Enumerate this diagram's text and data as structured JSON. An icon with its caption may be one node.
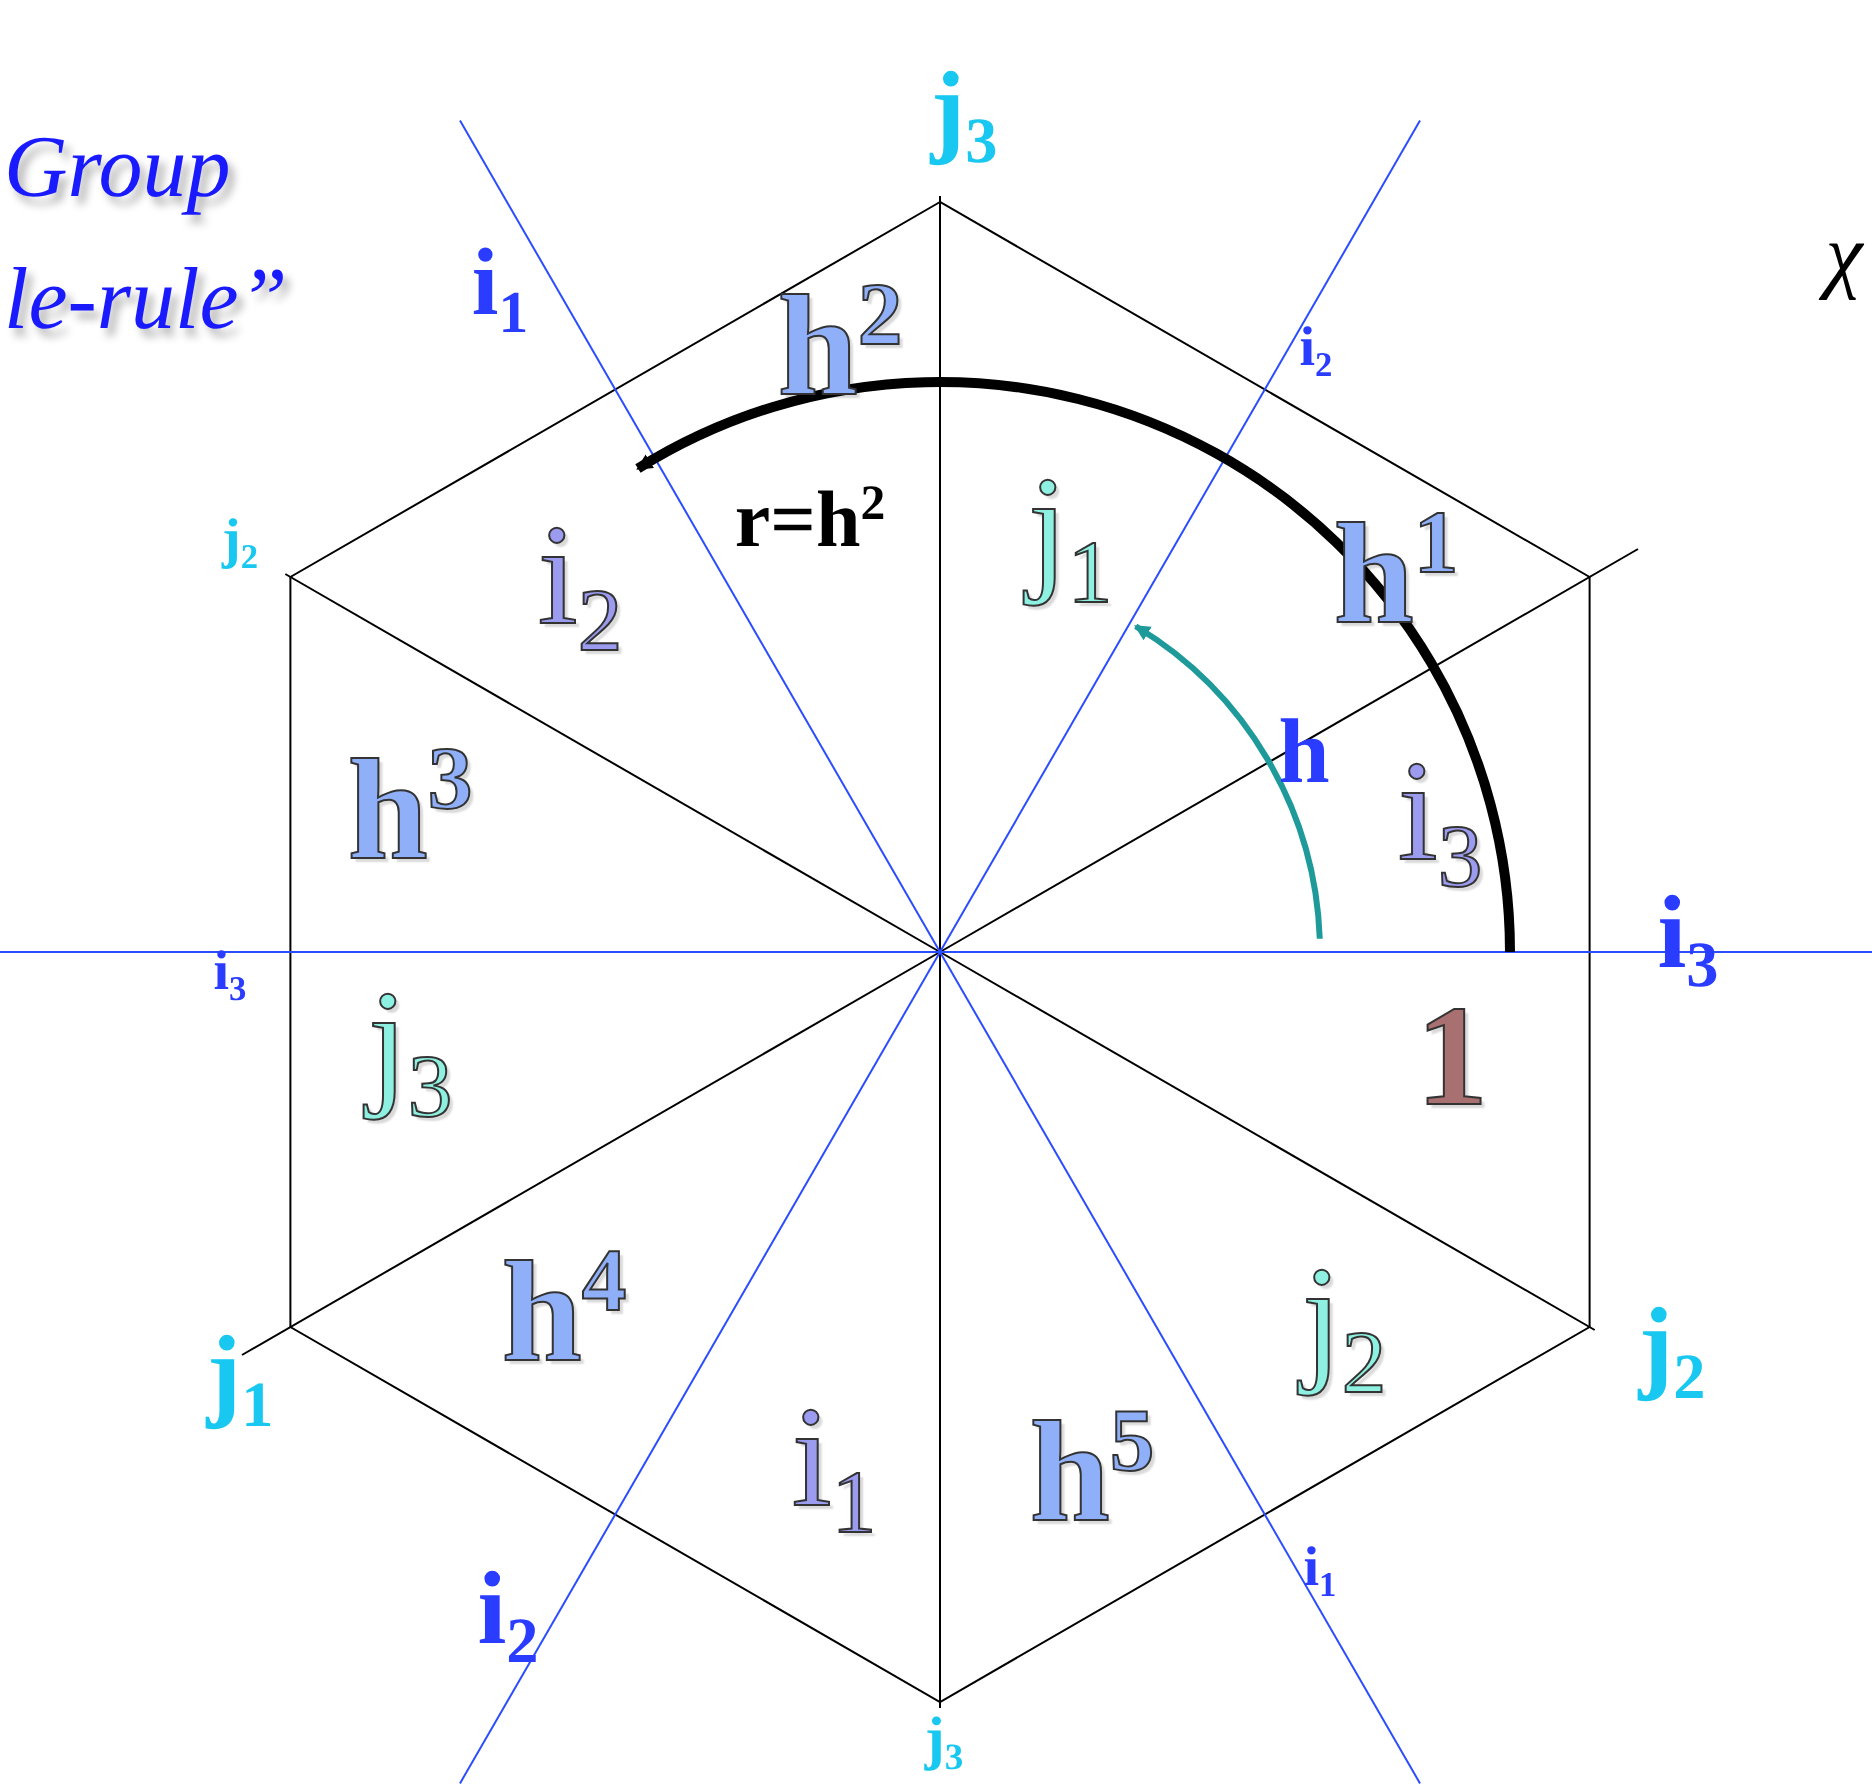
{
  "diagram": {
    "labels": [
      "Group",
      "le-rule”",
      "j$_{3}$",
      "χ",
      "i$_{1}$",
      "h$^{2}$",
      "i$_{2}$",
      "r=h$^{2}$",
      "j$_{2}$",
      "i$_{2}$",
      "j$_{1}$",
      "h$^{1}$",
      "h",
      "h$^{3}$",
      "i$_{3}$",
      "i$_{3}$",
      "i$_{3}$",
      "1",
      "j$_{3}$",
      "j$_{1}$",
      "h$^{4}$",
      "j$_{2}$",
      "j$_{2}$",
      "i$_{1}$",
      "h$^{5}$",
      "i$_{1}$",
      "i$_{2}$",
      "j$_{3}$"
    ]
  }
}
